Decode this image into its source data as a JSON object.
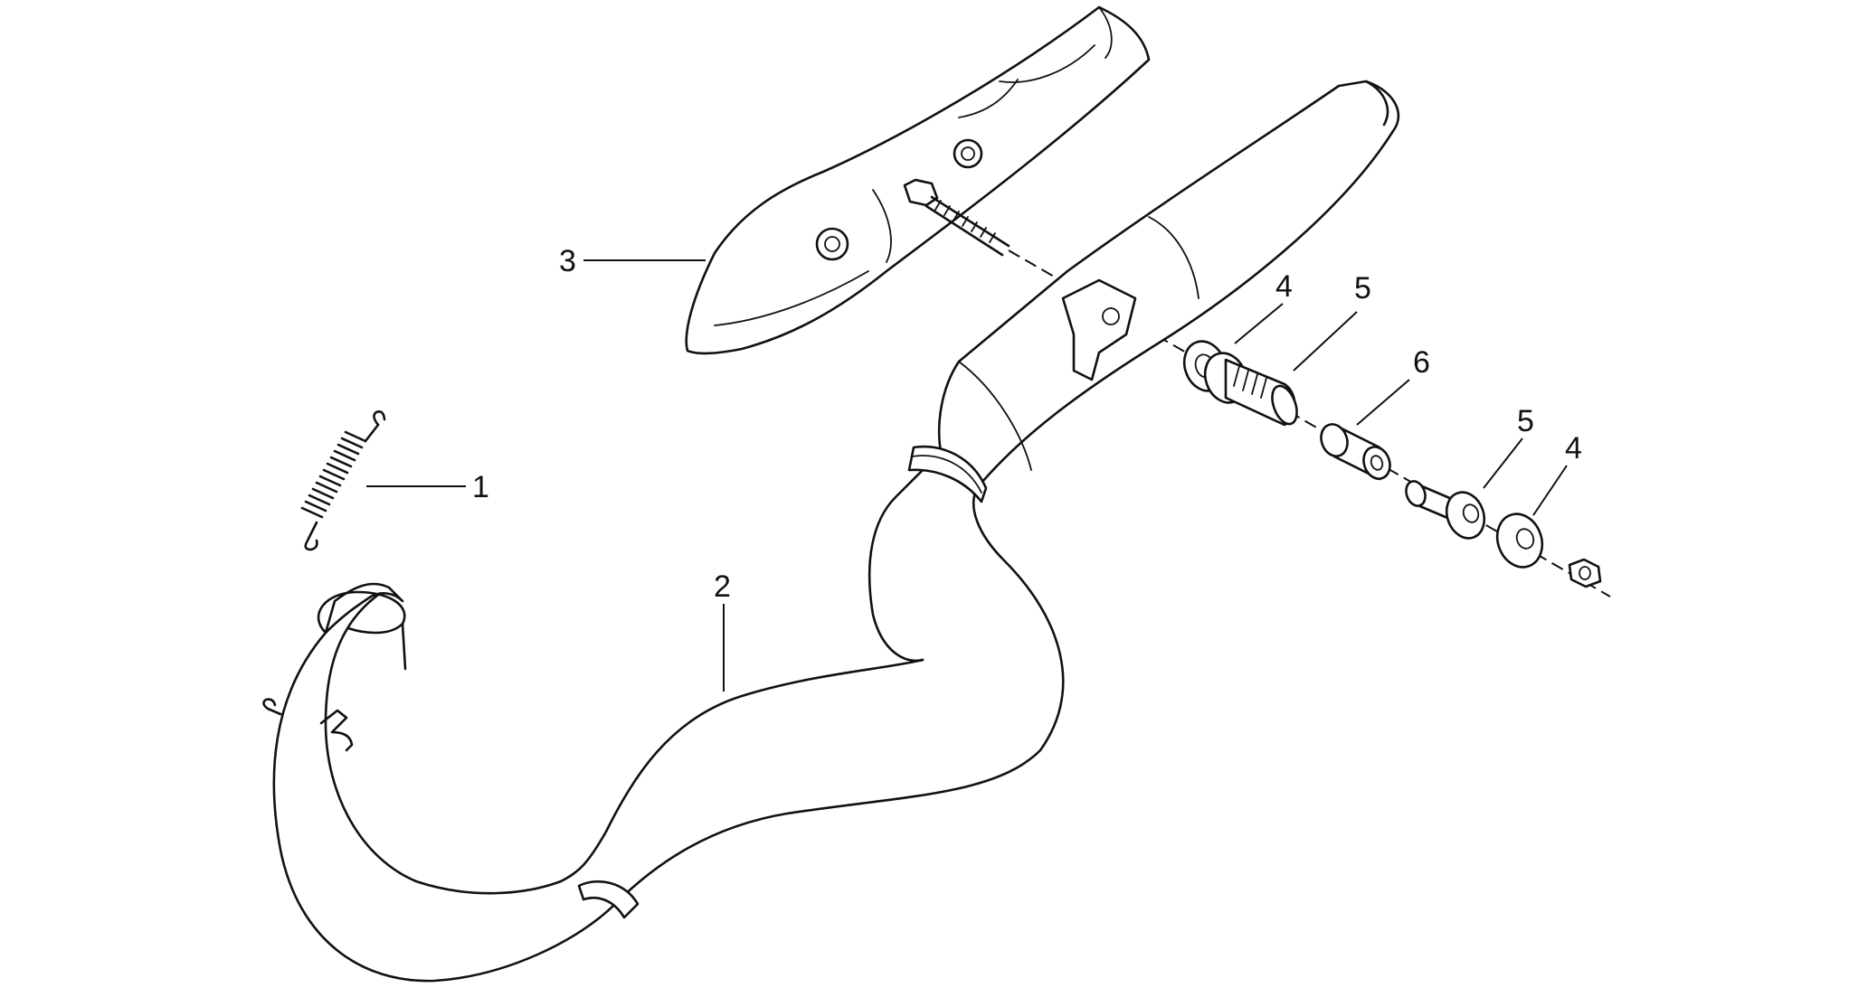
{
  "callouts": [
    {
      "id": "1",
      "label": "1"
    },
    {
      "id": "2",
      "label": "2"
    },
    {
      "id": "3",
      "label": "3"
    },
    {
      "id": "4a",
      "label": "4"
    },
    {
      "id": "5a",
      "label": "5"
    },
    {
      "id": "6",
      "label": "6"
    },
    {
      "id": "5b",
      "label": "5"
    },
    {
      "id": "4b",
      "label": "4"
    }
  ],
  "parts": [
    {
      "ref": "1",
      "icon": "spring-icon"
    },
    {
      "ref": "2",
      "icon": "exhaust-pipe-icon"
    },
    {
      "ref": "3",
      "icon": "heat-shield-icon"
    },
    {
      "ref": "4",
      "icon": "washer-icon"
    },
    {
      "ref": "5",
      "icon": "rubber-bush-icon"
    },
    {
      "ref": "6",
      "icon": "spacer-icon"
    }
  ],
  "colors": {
    "ink": "#111111",
    "background": "#ffffff"
  }
}
